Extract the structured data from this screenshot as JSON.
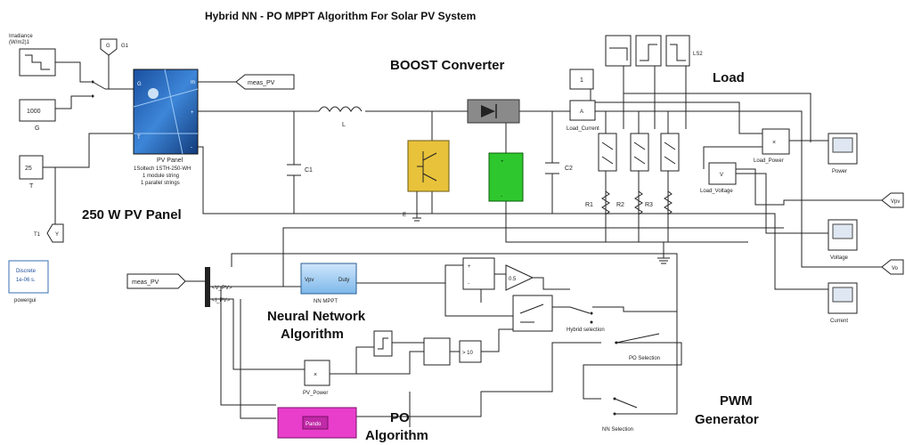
{
  "diagram": {
    "title": "Hybrid NN - PO MPPT Algorithm For Solar PV System",
    "labels": {
      "pv_panel_heading": "250 W PV Panel",
      "boost_converter": "BOOST Converter",
      "load": "Load",
      "neural_network_line1": "Neural Network",
      "neural_network_line2": "Algorithm",
      "pwm_line1": "PWM",
      "pwm_line2": "Generator",
      "po_line1": "PO",
      "po_line2": "Algorithm"
    },
    "blocks": {
      "irradiance_line1": "Irradiance",
      "irradiance_line2": "(W/m2)1",
      "g_const_value": "1000",
      "g_const_label": "G",
      "g1_label": "G1",
      "t_const_value": "25",
      "t_const_label": "T",
      "t1_label": "T1",
      "t1_y": "Y",
      "pv_panel_name": "PV Panel",
      "pv_panel_desc1": "1Soltech 1STH-250-WH",
      "pv_panel_desc2": "1 module string",
      "pv_panel_desc3": "1 parallel strings",
      "meas_pv_goto": "meas_PV",
      "meas_pv_from": "meas_PV",
      "inductor_label": "L",
      "c1_label": "C1",
      "c2_label": "C2",
      "ground_e": "E",
      "powergui_line1": "Discrete",
      "powergui_line2": "1e-06 s.",
      "powergui_name": "powergui",
      "const_one": "1",
      "ls2_label": "LS2",
      "load_current": "Load_Current",
      "load_voltage": "Load_Voltage",
      "load_power": "Load_Power",
      "r1": "R1",
      "r2": "R2",
      "r3": "R3",
      "scope_power": "Power",
      "scope_voltage": "Voltage",
      "scope_current": "Current",
      "goto_vpv": "Vpv",
      "goto_vo": "Vo",
      "nn_block_name": "NN MPPT",
      "nn_in": "Vpv",
      "nn_out": "Duty",
      "demux_vpv": "<V_PV>",
      "demux_ipv": "<I_PV>",
      "pv_power": "PV_Power",
      "product_sign": "×",
      "gain_value": "0.5",
      "gain2_value": "> 10",
      "hybrid_selection": "Hybrid selection",
      "po_selection": "PO Selection",
      "nn_selection": "NN Selection",
      "po_block_name": "Pando"
    }
  }
}
